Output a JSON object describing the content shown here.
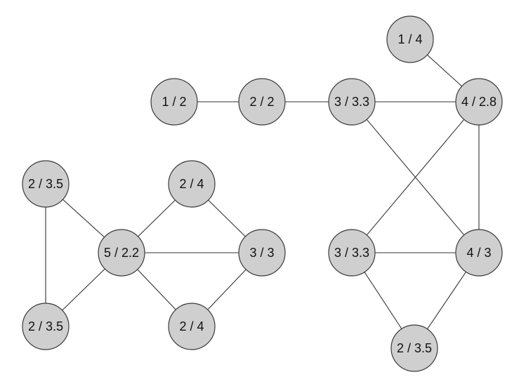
{
  "colors": {
    "node_fill": "#cfcfcf",
    "node_stroke": "#3a3a3a",
    "edge": "#333333",
    "text": "#111111",
    "background": "#ffffff"
  },
  "nodes": [
    {
      "id": "n1",
      "label": "1 / 2"
    },
    {
      "id": "n2",
      "label": "2 / 2"
    },
    {
      "id": "n3",
      "label": "3 / 3.3"
    },
    {
      "id": "n4",
      "label": "4 / 2.8"
    },
    {
      "id": "n5",
      "label": "1 / 4"
    },
    {
      "id": "n6",
      "label": "2 / 3.5"
    },
    {
      "id": "n7",
      "label": "2 / 4"
    },
    {
      "id": "n8",
      "label": "5 / 2.2"
    },
    {
      "id": "n9",
      "label": "3 / 3"
    },
    {
      "id": "n10",
      "label": "2 / 3.5"
    },
    {
      "id": "n11",
      "label": "2 / 4"
    },
    {
      "id": "n12",
      "label": "3 / 3.3"
    },
    {
      "id": "n13",
      "label": "4 / 3"
    },
    {
      "id": "n14",
      "label": "2 / 3.5"
    }
  ],
  "edges": [
    [
      "n1",
      "n2"
    ],
    [
      "n2",
      "n3"
    ],
    [
      "n3",
      "n4"
    ],
    [
      "n5",
      "n4"
    ],
    [
      "n3",
      "n13"
    ],
    [
      "n4",
      "n12"
    ],
    [
      "n4",
      "n13"
    ],
    [
      "n12",
      "n13"
    ],
    [
      "n12",
      "n14"
    ],
    [
      "n13",
      "n14"
    ],
    [
      "n6",
      "n10"
    ],
    [
      "n6",
      "n8"
    ],
    [
      "n10",
      "n8"
    ],
    [
      "n8",
      "n7"
    ],
    [
      "n8",
      "n9"
    ],
    [
      "n8",
      "n11"
    ],
    [
      "n7",
      "n9"
    ],
    [
      "n11",
      "n9"
    ]
  ]
}
